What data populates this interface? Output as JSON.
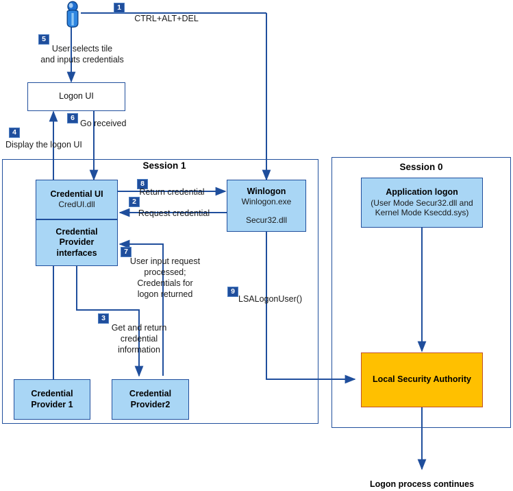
{
  "diagram": {
    "title": "Windows logon / credential provider flow",
    "colors": {
      "box_fill_blue": "#a9d6f5",
      "box_border_blue": "#1f4e9c",
      "box_fill_orange": "#ffc000",
      "box_border_orange": "#c0502a",
      "badge_bg": "#1f4e9c",
      "badge_text": "#ffffff",
      "arrow": "#1f4e9c",
      "background": "#ffffff"
    }
  },
  "actor": {
    "icon": "user-icon",
    "label": ""
  },
  "sessions": [
    {
      "id": "session-1",
      "title": "Session 1"
    },
    {
      "id": "session-0",
      "title": "Session 0"
    }
  ],
  "nodes": {
    "logon_ui": {
      "title": "Logon UI"
    },
    "credential_ui": {
      "title": "Credential UI",
      "sub": "CredUI.dll"
    },
    "credential_provider_interfaces": {
      "line1": "Credential",
      "line2": "Provider",
      "line3": "interfaces"
    },
    "winlogon": {
      "title": "Winlogon",
      "sub": "Winlogon.exe",
      "sub2": "Secur32.dll"
    },
    "credential_provider_1": {
      "line1": "Credential",
      "line2": "Provider 1"
    },
    "credential_provider_2": {
      "line1": "Credential",
      "line2": "Provider2"
    },
    "application_logon": {
      "title": "Application logon",
      "sub": "(User Mode Secur32.dll and",
      "sub2": "Kernel Mode Ksecdd.sys)"
    },
    "local_security_authority": {
      "title": "Local Security Authority"
    }
  },
  "steps": [
    {
      "number": "1",
      "label": "CTRL+ALT+DEL"
    },
    {
      "number": "2",
      "label": "Request credential"
    },
    {
      "number": "3",
      "label": "Get and return\ncredential\ninformation",
      "lines": [
        "Get and return",
        "credential",
        "information"
      ]
    },
    {
      "number": "4",
      "label": "Display the logon UI"
    },
    {
      "number": "5",
      "label": "User selects tile\nand inputs credentials",
      "lines": [
        "User selects tile",
        "and inputs credentials"
      ]
    },
    {
      "number": "6",
      "label": "Go received"
    },
    {
      "number": "7",
      "label": "User input request\nprocessed;\nCredentials for\nlogon returned",
      "lines": [
        "User input request",
        "processed;",
        "Credentials for",
        "logon returned"
      ]
    },
    {
      "number": "8",
      "label": "Return credential"
    },
    {
      "number": "9",
      "label": "LSALogonUser()"
    }
  ],
  "footer": {
    "label": "Logon process continues"
  }
}
